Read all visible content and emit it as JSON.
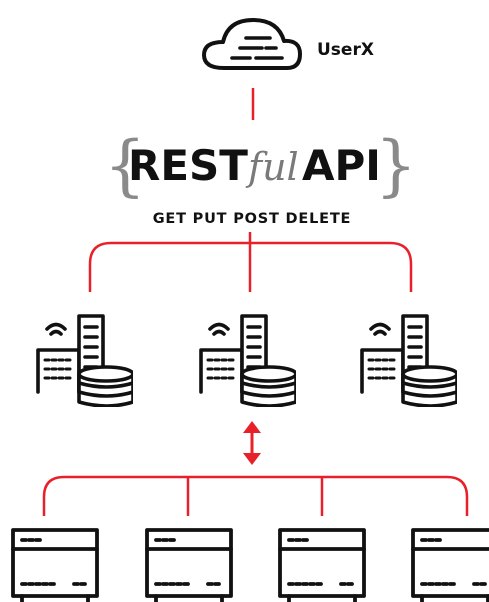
{
  "client": {
    "label": "UserX",
    "icon": "cloud-icon"
  },
  "api": {
    "brace_open": "{",
    "word_bold_1": "REST",
    "word_italic": "ful",
    "word_bold_2": "API",
    "brace_close": "}",
    "methods": "GET PUT POST DELETE"
  },
  "server_icon": "server-building-database-icon",
  "sync_icon": "double-arrow-vertical-icon",
  "device_icon": "rack-device-icon",
  "server_count": 3,
  "device_count": 4,
  "colors": {
    "connector": "#e8202a",
    "ink": "#111111",
    "brace": "#8a8a8a",
    "italic": "#7a7a7a"
  }
}
